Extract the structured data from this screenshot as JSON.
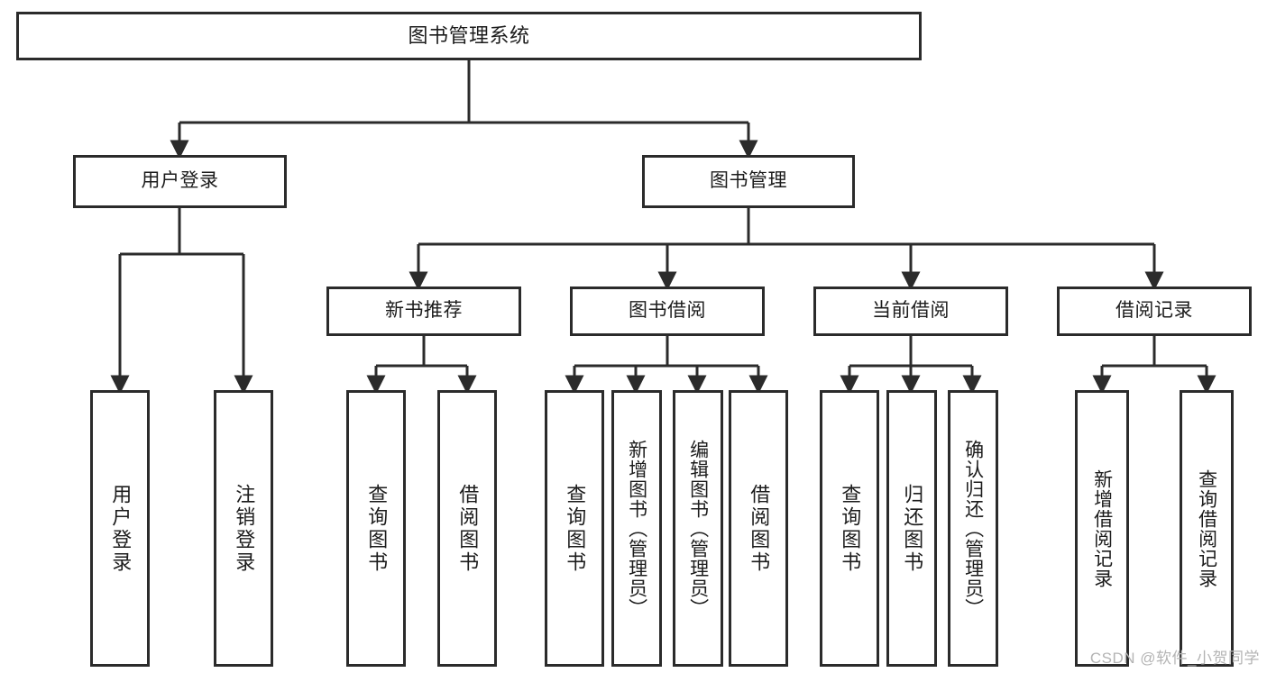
{
  "diagram": {
    "title": "图书管理系统",
    "watermark": "CSDN @软件_小贺同学",
    "colors": {
      "border": "#2b2b2b",
      "background": "#ffffff",
      "text": "#1c1c1c",
      "watermark": "#b4b4b4"
    },
    "nodes": {
      "root": "图书管理系统",
      "level2": {
        "user_login": "用户登录",
        "book_manage": "图书管理"
      },
      "level3": {
        "new_book_rec": "新书推荐",
        "book_borrow": "图书借阅",
        "current_borrow": "当前借阅",
        "borrow_record": "借阅记录"
      },
      "leaves": {
        "user_login_1": "用户登录",
        "user_login_2": "注销登录",
        "new_book_1": "查询图书",
        "new_book_2": "借阅图书",
        "borrow_1": "查询图书",
        "borrow_2": "新增图书（管理员）",
        "borrow_3": "编辑图书（管理员）",
        "borrow_4": "借阅图书",
        "current_1": "查询图书",
        "current_2": "归还图书",
        "current_3": "确认归还（管理员）",
        "record_1": "新增借阅记录",
        "record_2": "查询借阅记录"
      }
    }
  }
}
